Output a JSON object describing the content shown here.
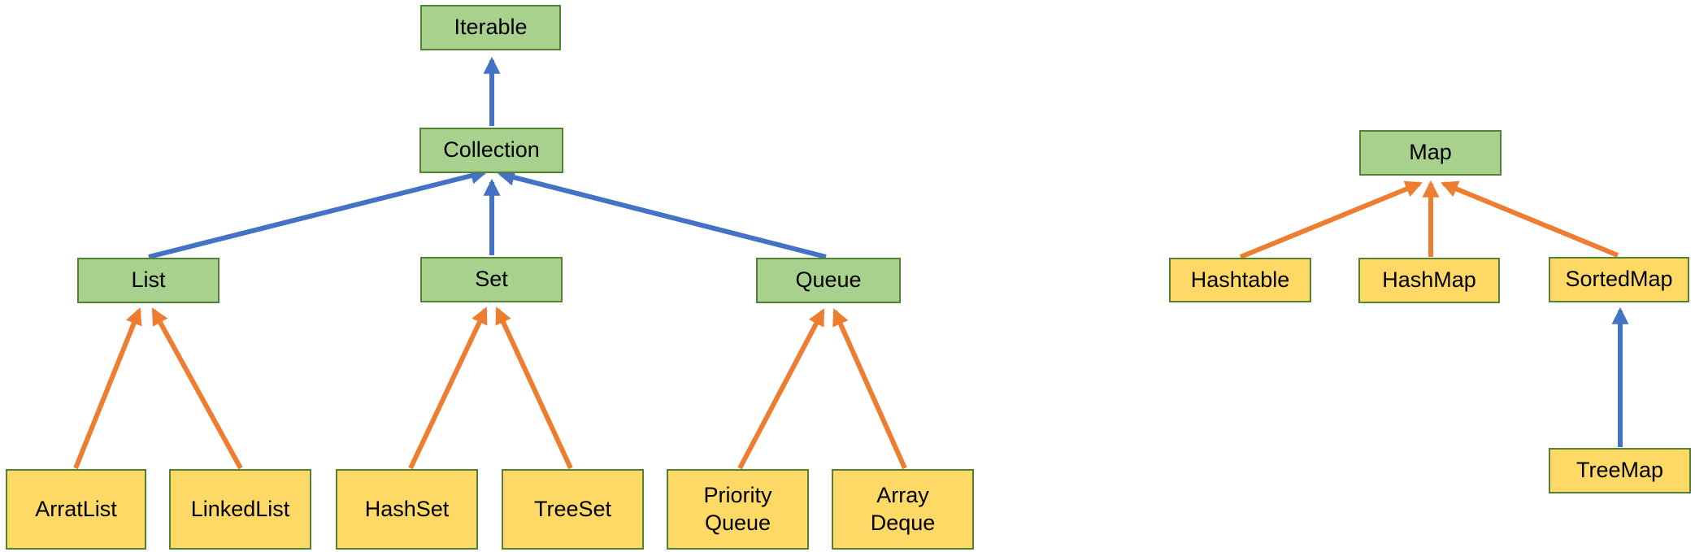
{
  "colors": {
    "green_fill": "#A9D18E",
    "green_border": "#548235",
    "yellow_fill": "#FFD966",
    "yellow_border": "#548235",
    "arrow_blue": "#4472C4",
    "arrow_orange": "#ED7D31",
    "text": "#000000",
    "background": "#FFFFFF"
  },
  "diagram": {
    "nodes": {
      "iterable": {
        "label": "Iterable",
        "variant": "green"
      },
      "collection": {
        "label": "Collection",
        "variant": "green"
      },
      "list": {
        "label": "List",
        "variant": "green"
      },
      "set": {
        "label": "Set",
        "variant": "green"
      },
      "queue": {
        "label": "Queue",
        "variant": "green"
      },
      "arratlist": {
        "label": "ArratList",
        "variant": "yellow"
      },
      "linkedlist": {
        "label": "LinkedList",
        "variant": "yellow"
      },
      "hashset": {
        "label": "HashSet",
        "variant": "yellow"
      },
      "treeset": {
        "label": "TreeSet",
        "variant": "yellow"
      },
      "priorityqueue": {
        "label": "Priority Queue",
        "variant": "yellow"
      },
      "arraydeque": {
        "label": "Array Deque",
        "variant": "yellow"
      },
      "map": {
        "label": "Map",
        "variant": "green"
      },
      "hashtable": {
        "label": "Hashtable",
        "variant": "yellow"
      },
      "hashmap": {
        "label": "HashMap",
        "variant": "yellow"
      },
      "sortedmap": {
        "label": "SortedMap",
        "variant": "yellow"
      },
      "treemap": {
        "label": "TreeMap",
        "variant": "yellow"
      }
    },
    "edges": [
      {
        "from": "Collection",
        "to": "Iterable",
        "color": "blue"
      },
      {
        "from": "List",
        "to": "Collection",
        "color": "blue"
      },
      {
        "from": "Set",
        "to": "Collection",
        "color": "blue"
      },
      {
        "from": "Queue",
        "to": "Collection",
        "color": "blue"
      },
      {
        "from": "ArratList",
        "to": "List",
        "color": "orange"
      },
      {
        "from": "LinkedList",
        "to": "List",
        "color": "orange"
      },
      {
        "from": "HashSet",
        "to": "Set",
        "color": "orange"
      },
      {
        "from": "TreeSet",
        "to": "Set",
        "color": "orange"
      },
      {
        "from": "Priority Queue",
        "to": "Queue",
        "color": "orange"
      },
      {
        "from": "Array Deque",
        "to": "Queue",
        "color": "orange"
      },
      {
        "from": "Hashtable",
        "to": "Map",
        "color": "orange"
      },
      {
        "from": "HashMap",
        "to": "Map",
        "color": "orange"
      },
      {
        "from": "SortedMap",
        "to": "Map",
        "color": "orange"
      },
      {
        "from": "TreeMap",
        "to": "SortedMap",
        "color": "blue"
      }
    ]
  }
}
